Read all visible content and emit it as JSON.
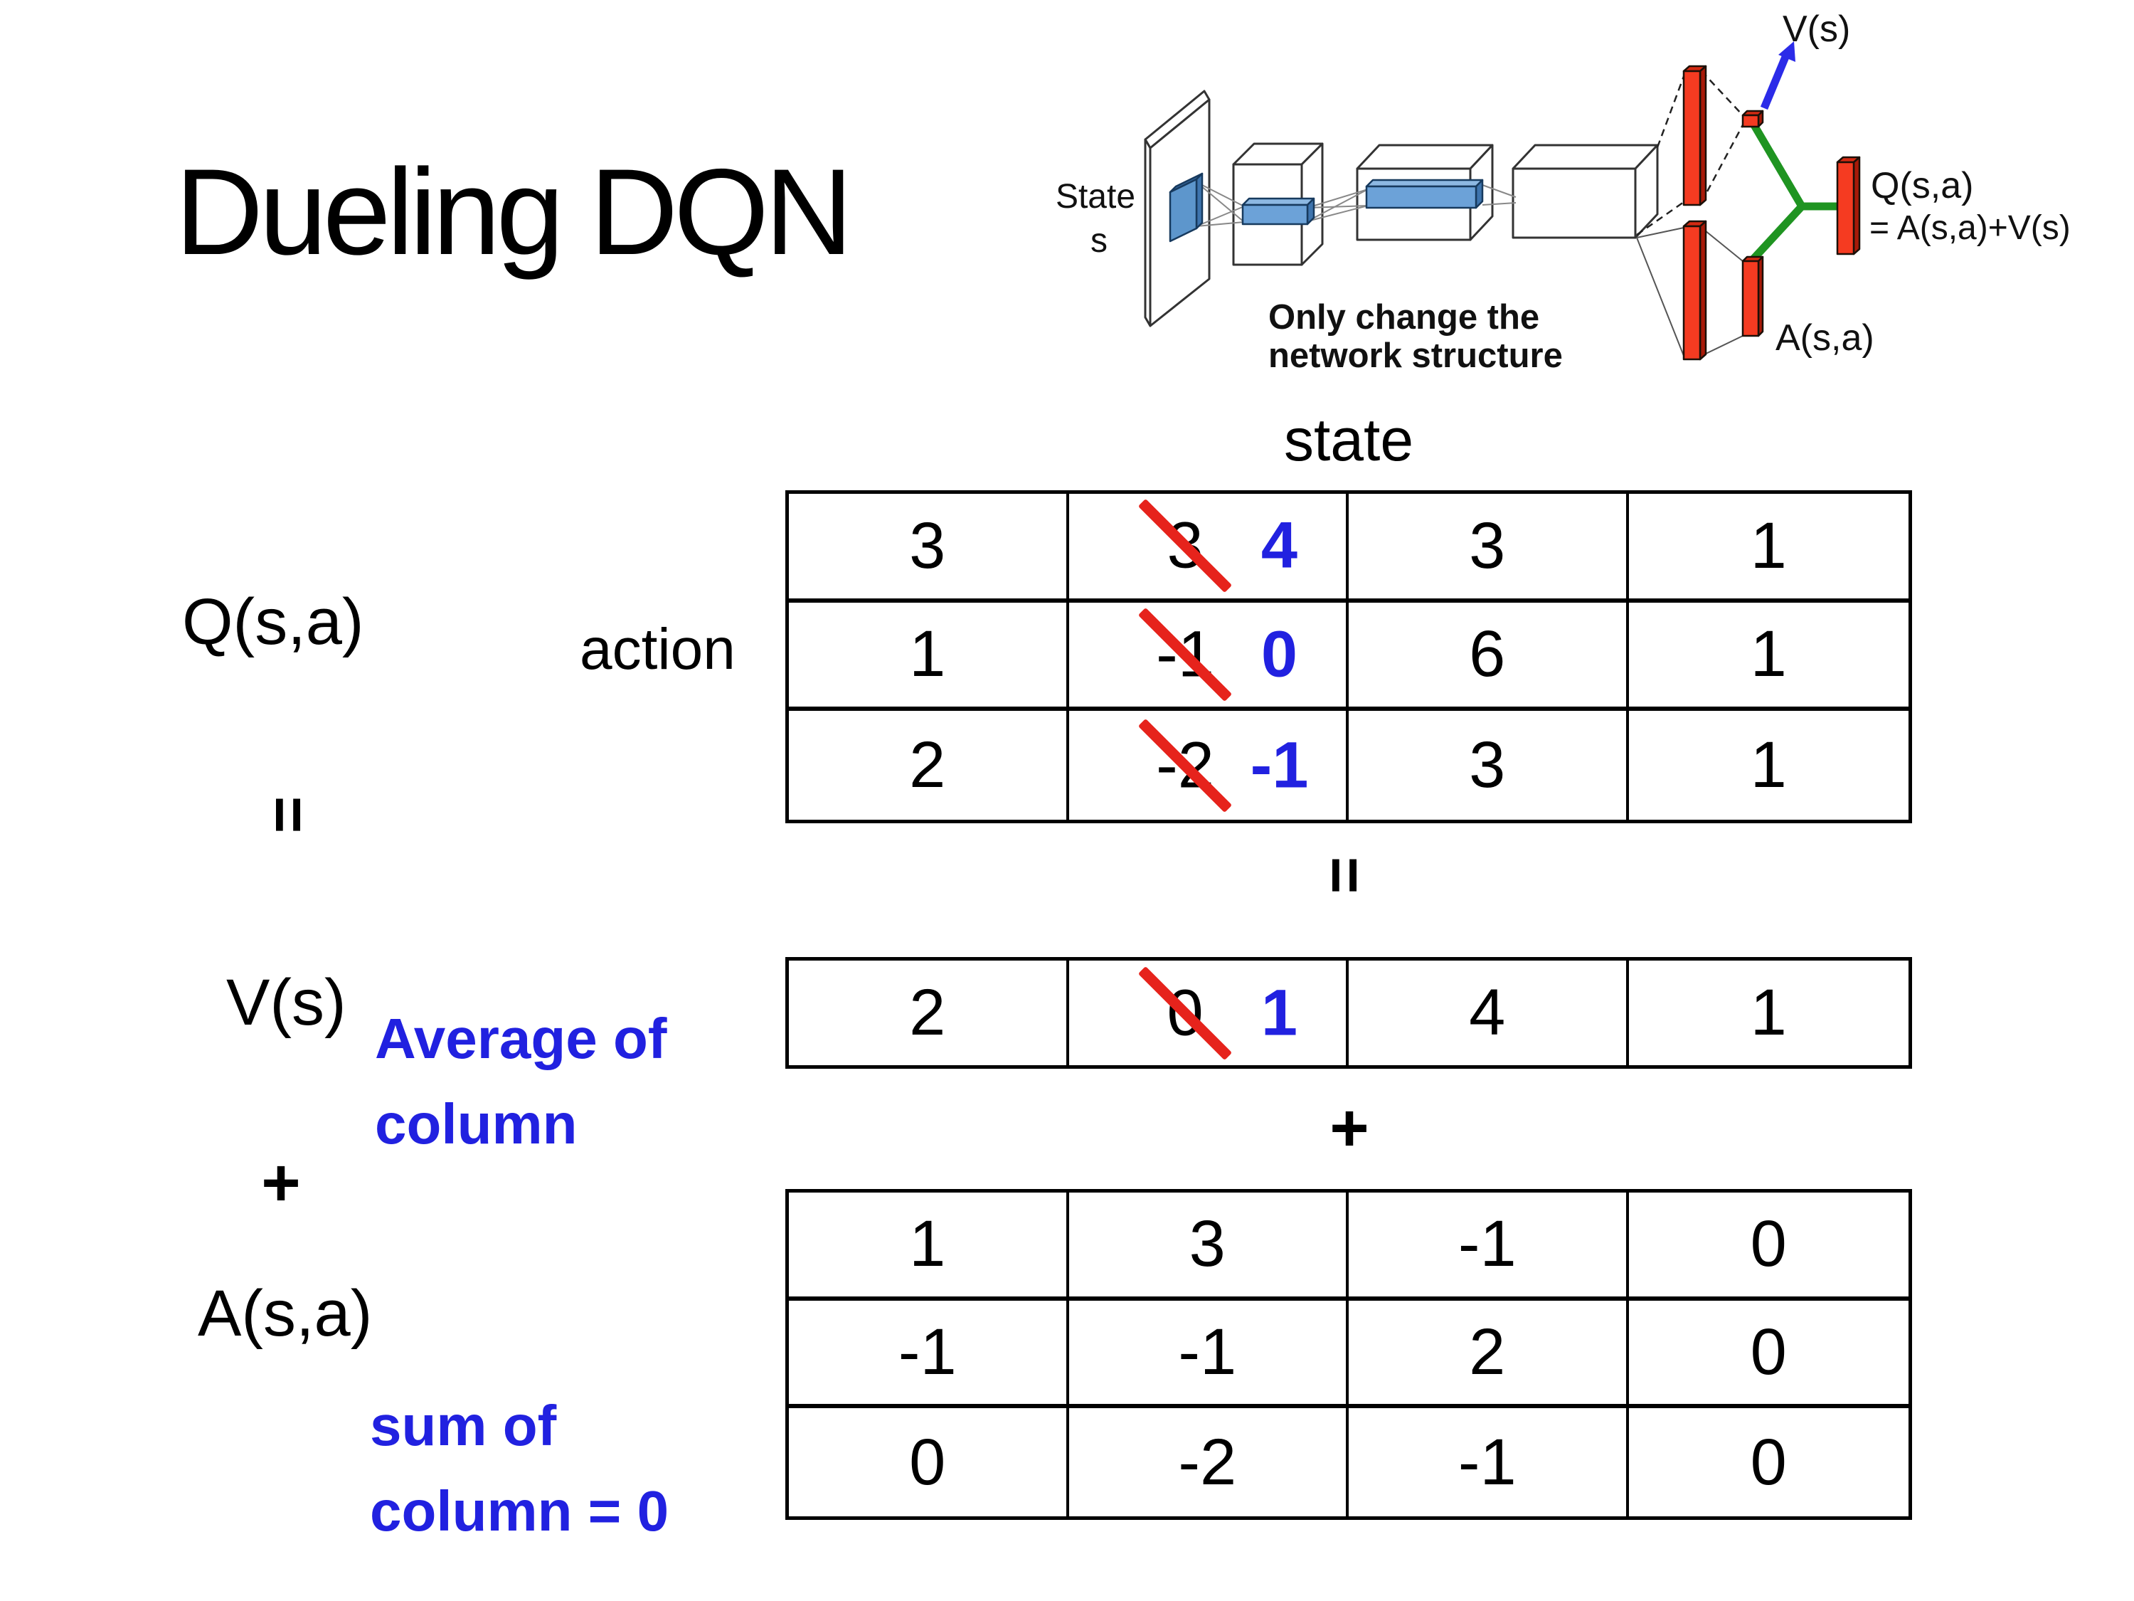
{
  "title": "Dueling DQN",
  "colors": {
    "accent_blue": "#2121e0",
    "note_blue": "#1b1bef",
    "strike_red": "#e6231c",
    "bar_red": "#f53b21",
    "connector_green": "#1f9421",
    "arrow_blue": "#2b2be8",
    "filter_blue": "#6ca2d8"
  },
  "diagram": {
    "state_line1": "State",
    "state_line2": "s",
    "v_label": "V(s)",
    "q_label_line1": "Q(s,a)",
    "q_label_line2": "= A(s,a)+V(s)",
    "a_label": "A(s,a)",
    "note_line1": "Only change the",
    "note_line2": "network structure"
  },
  "matrix_section": {
    "q_label": "Q(s,a)",
    "action_label": "action",
    "state_label": "state",
    "equals_sign": "=",
    "plus_sign": "+",
    "v_label": "V(s)",
    "v_note_line1": "Average of",
    "v_note_line2": "column",
    "a_label": "A(s,a)",
    "a_note_line1": "sum of",
    "a_note_line2": "column = 0"
  },
  "q_table": {
    "rows": [
      [
        "3",
        "3",
        "3",
        "1"
      ],
      [
        "1",
        "-1",
        "6",
        "1"
      ],
      [
        "2",
        "-2",
        "3",
        "1"
      ]
    ],
    "replacements": [
      {
        "row": 0,
        "col": 1,
        "value": "4"
      },
      {
        "row": 1,
        "col": 1,
        "value": "0"
      },
      {
        "row": 2,
        "col": 1,
        "value": "-1"
      }
    ]
  },
  "v_table": {
    "rows": [
      [
        "2",
        "0",
        "4",
        "1"
      ]
    ],
    "replacements": [
      {
        "row": 0,
        "col": 1,
        "value": "1"
      }
    ]
  },
  "a_table": {
    "rows": [
      [
        "1",
        "3",
        "-1",
        "0"
      ],
      [
        "-1",
        "-1",
        "2",
        "0"
      ],
      [
        "0",
        "-2",
        "-1",
        "0"
      ]
    ],
    "replacements": []
  }
}
